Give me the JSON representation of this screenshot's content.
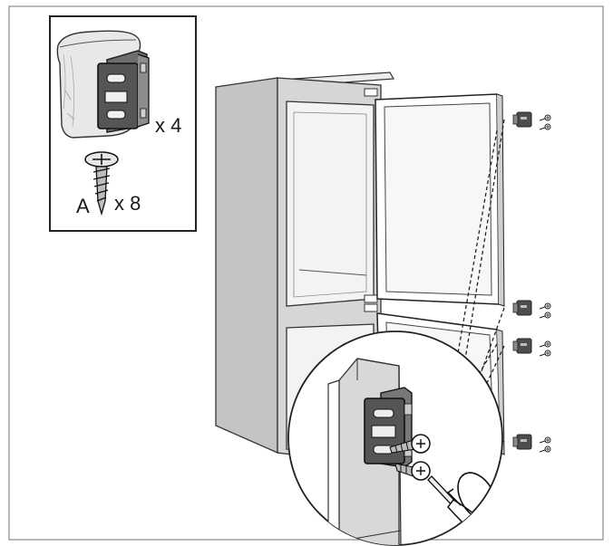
{
  "parts": {
    "bracket_qty": "x 4",
    "screw_letter": "A",
    "screw_qty": "x 8"
  },
  "colors": {
    "line": "#2a2a2a",
    "cabinet_side": "#c9c9c9",
    "cabinet_front": "#dcdcdc",
    "glass": "#f2f2f2",
    "bracket": "#5a5a5a",
    "bag": "#e6e6e6"
  }
}
